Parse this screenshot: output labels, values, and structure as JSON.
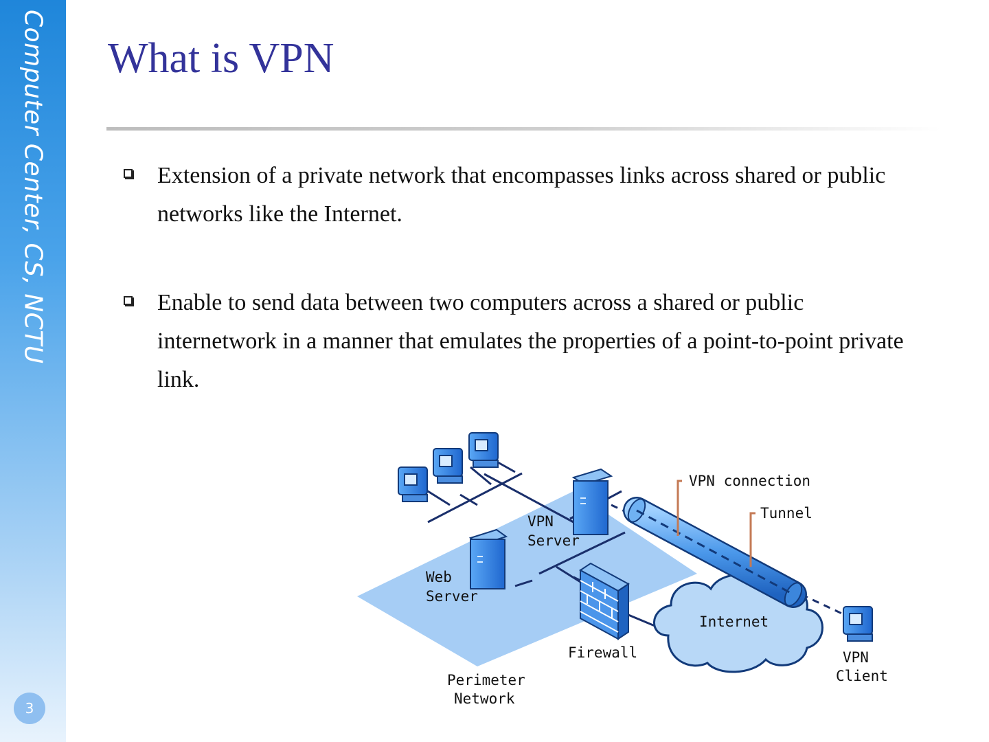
{
  "sidebar": {
    "text": "Computer Center, CS, NCTU",
    "page_number": "3"
  },
  "slide": {
    "title": "What is VPN",
    "bullets": [
      "Extension of a private network that encompasses links across shared or public networks like the Internet.",
      "Enable to send data between two computers across a shared or public internetwork in a manner that emulates the properties of a point-to-point private link."
    ]
  },
  "diagram": {
    "labels": {
      "vpn_server_1": "VPN",
      "vpn_server_2": "Server",
      "web_server_1": "Web",
      "web_server_2": "Server",
      "firewall": "Firewall",
      "perimeter_1": "Perimeter",
      "perimeter_2": "Network",
      "internet": "Internet",
      "vpn_connection": "VPN connection",
      "tunnel": "Tunnel",
      "vpn_client_1": "VPN",
      "vpn_client_2": "Client"
    }
  },
  "colors": {
    "title": "#33339a",
    "sidebar": "#1f86da",
    "diagram_fill": "#a6cdf5",
    "diagram_device": "#2b7de0",
    "leader_line": "#c47a55"
  }
}
